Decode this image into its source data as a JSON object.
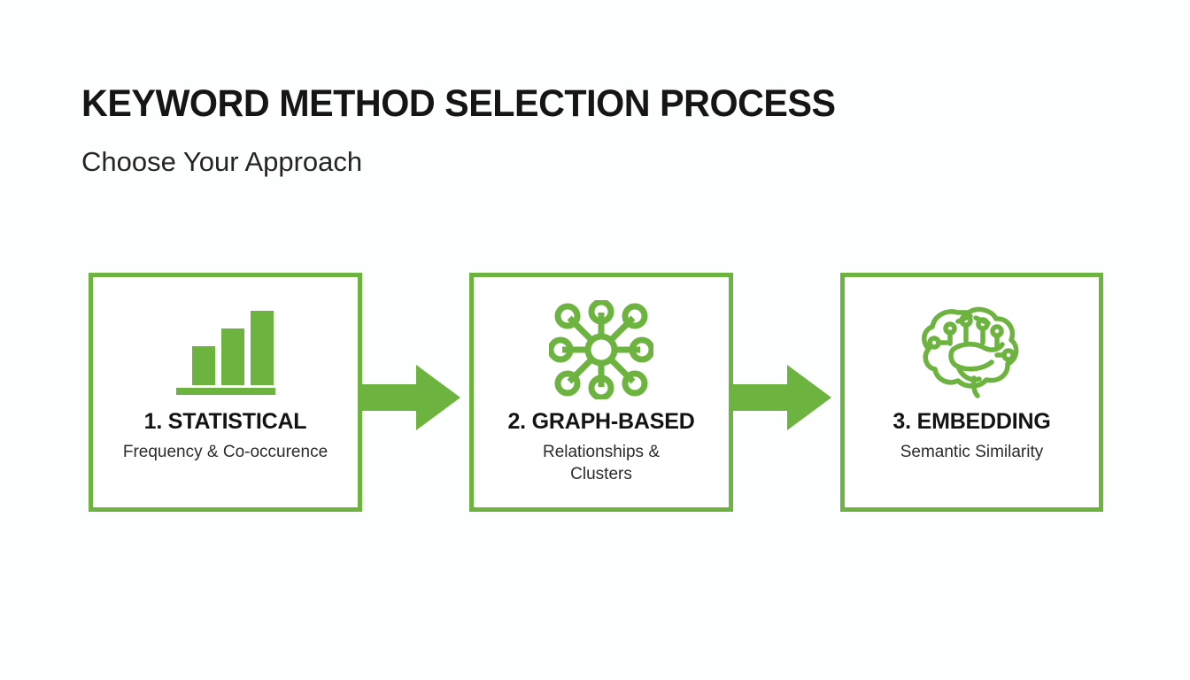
{
  "slide": {
    "title": "KEYWORD METHOD SELECTION PROCESS",
    "subtitle": "Choose Your Approach",
    "background_color": "#fdfefe",
    "accent_color": "#6db33f",
    "text_color": "#151515"
  },
  "steps": [
    {
      "title": "1. STATISTICAL",
      "description": "Frequency & Co-occurence",
      "icon": "bar-chart-icon",
      "icon_color": "#6db33f"
    },
    {
      "title": "2. GRAPH-BASED",
      "description": "Relationships & Clusters",
      "icon": "network-hub-icon",
      "icon_color": "#6db33f"
    },
    {
      "title": "3. EMBEDDING",
      "description": "Semantic Similarity",
      "icon": "brain-circuit-icon",
      "icon_color": "#6db33f"
    }
  ],
  "connectors": [
    {
      "icon": "arrow-right-icon",
      "color": "#6db33f"
    },
    {
      "icon": "arrow-right-icon",
      "color": "#6db33f"
    }
  ]
}
